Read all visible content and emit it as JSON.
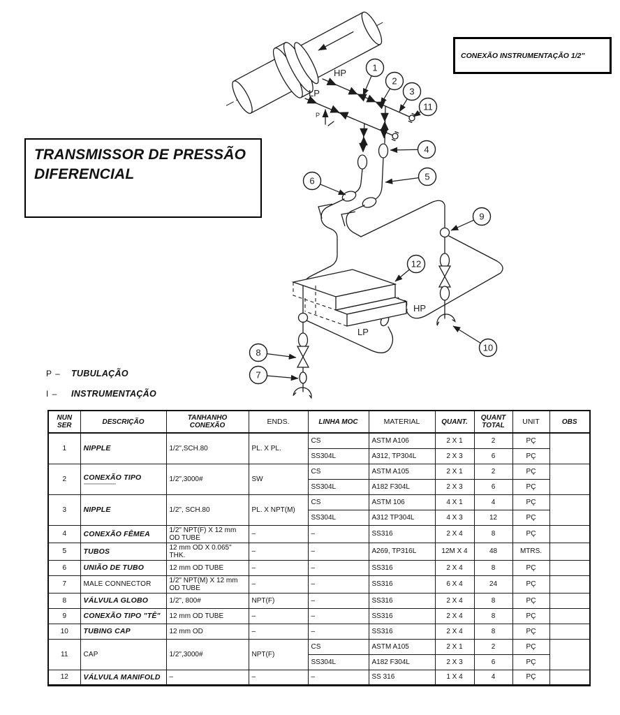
{
  "colors": {
    "ink": "#1c1c1c",
    "background": "#ffffff"
  },
  "title_box": {
    "line1": "TRANSMISSOR DE PRESSÃO",
    "line2": "DIFERENCIAL"
  },
  "connection_box": {
    "text": "CONEXÃO INSTRUMENTAÇÃO 1/2\""
  },
  "legend": {
    "items": [
      {
        "prefix": "P –",
        "label": "TUBULAÇÃO"
      },
      {
        "prefix": "I –",
        "label": "INSTRUMENTAÇÃO"
      }
    ]
  },
  "diagram": {
    "labels": {
      "hp": "HP",
      "lp": "LP",
      "p_marker": "P"
    },
    "callouts": [
      "1",
      "2",
      "3",
      "4",
      "5",
      "6",
      "7",
      "8",
      "9",
      "10",
      "11",
      "12"
    ]
  },
  "table": {
    "headers": [
      "NUN\nSER",
      "DESCRIÇÃO",
      "TANHANHO CONEXÃO",
      "ENDS.",
      "LINHA MOC",
      "MATERIAL",
      "QUANT.",
      "QUANT\nTOTAL",
      "UNIT",
      "OBS"
    ],
    "rows": [
      {
        "num": "1",
        "desc": "NIPPLE",
        "size": "1/2\",SCH.80",
        "ends": "PL. X PL.",
        "subs": [
          {
            "linha": "CS",
            "material": "ASTM A106",
            "quant": "2 X 1",
            "total": "2",
            "unit": "PÇ"
          },
          {
            "linha": "SS304L",
            "material": "A312, TP304L",
            "quant": "2 X 3",
            "total": "6",
            "unit": "PÇ"
          }
        ]
      },
      {
        "num": "2",
        "desc": "CONEXÃO TIPO",
        "size": "1/2\",3000#",
        "ends": "SW",
        "subs": [
          {
            "linha": "CS",
            "material": "ASTM A105",
            "quant": "2 X 1",
            "total": "2",
            "unit": "PÇ"
          },
          {
            "linha": "SS304L",
            "material": "A182 F304L",
            "quant": "2 X 3",
            "total": "6",
            "unit": "PÇ"
          }
        ]
      },
      {
        "num": "3",
        "desc": "NIPPLE",
        "size": "1/2\", SCH.80",
        "ends": "PL. X NPT(M)",
        "subs": [
          {
            "linha": "CS",
            "material": "ASTM 106",
            "quant": "4 X 1",
            "total": "4",
            "unit": "PÇ"
          },
          {
            "linha": "SS304L",
            "material": "A312 TP304L",
            "quant": "4 X 3",
            "total": "12",
            "unit": "PÇ"
          }
        ]
      },
      {
        "num": "4",
        "desc": "CONEXÃO FÊMEA",
        "size": "1/2\" NPT(F) X 12 mm OD TUBE",
        "ends": "–",
        "subs": [
          {
            "linha": "–",
            "material": "SS316",
            "quant": "2 X 4",
            "total": "8",
            "unit": "PÇ"
          }
        ]
      },
      {
        "num": "5",
        "desc": "TUBOS",
        "size": "12 mm OD X 0.065\" THK.",
        "ends": "–",
        "subs": [
          {
            "linha": "–",
            "material": "A269, TP316L",
            "quant": "12M X 4",
            "total": "48",
            "unit": "MTRS."
          }
        ]
      },
      {
        "num": "6",
        "desc": "UNIÃO DE TUBO",
        "size": "12 mm OD TUBE",
        "ends": "–",
        "subs": [
          {
            "linha": "–",
            "material": "SS316",
            "quant": "2 X 4",
            "total": "8",
            "unit": "PÇ"
          }
        ]
      },
      {
        "num": "7",
        "desc": "MALE CONNECTOR",
        "size": "1/2\" NPT(M) X 12 mm OD TUBE",
        "ends": "–",
        "subs": [
          {
            "linha": "–",
            "material": "SS316",
            "quant": "6 X 4",
            "total": "24",
            "unit": "PÇ"
          }
        ]
      },
      {
        "num": "8",
        "desc": "VÁLVULA GLOBO",
        "size": "1/2\", 800#",
        "ends": "NPT(F)",
        "subs": [
          {
            "linha": "–",
            "material": "SS316",
            "quant": "2 X 4",
            "total": "8",
            "unit": "PÇ"
          }
        ]
      },
      {
        "num": "9",
        "desc": "CONEXÃO TIPO \"TÊ\"",
        "size": "12 mm OD TUBE",
        "ends": "–",
        "subs": [
          {
            "linha": "–",
            "material": "SS316",
            "quant": "2 X 4",
            "total": "8",
            "unit": "PÇ"
          }
        ]
      },
      {
        "num": "10",
        "desc": "TUBING CAP",
        "size": "12 mm OD",
        "ends": "–",
        "subs": [
          {
            "linha": "–",
            "material": "SS316",
            "quant": "2 X 4",
            "total": "8",
            "unit": "PÇ"
          }
        ]
      },
      {
        "num": "11",
        "desc": "CAP",
        "size": "1/2\",3000#",
        "ends": "NPT(F)",
        "subs": [
          {
            "linha": "CS",
            "material": "ASTM A105",
            "quant": "2 X 1",
            "total": "2",
            "unit": "PÇ"
          },
          {
            "linha": "SS304L",
            "material": "A182 F304L",
            "quant": "2 X 3",
            "total": "6",
            "unit": "PÇ"
          }
        ]
      },
      {
        "num": "12",
        "desc": "VÁLVULA MANIFOLD",
        "size": "–",
        "ends": "–",
        "subs": [
          {
            "linha": "–",
            "material": "SS 316",
            "quant": "1 X 4",
            "total": "4",
            "unit": "PÇ"
          }
        ]
      }
    ]
  }
}
